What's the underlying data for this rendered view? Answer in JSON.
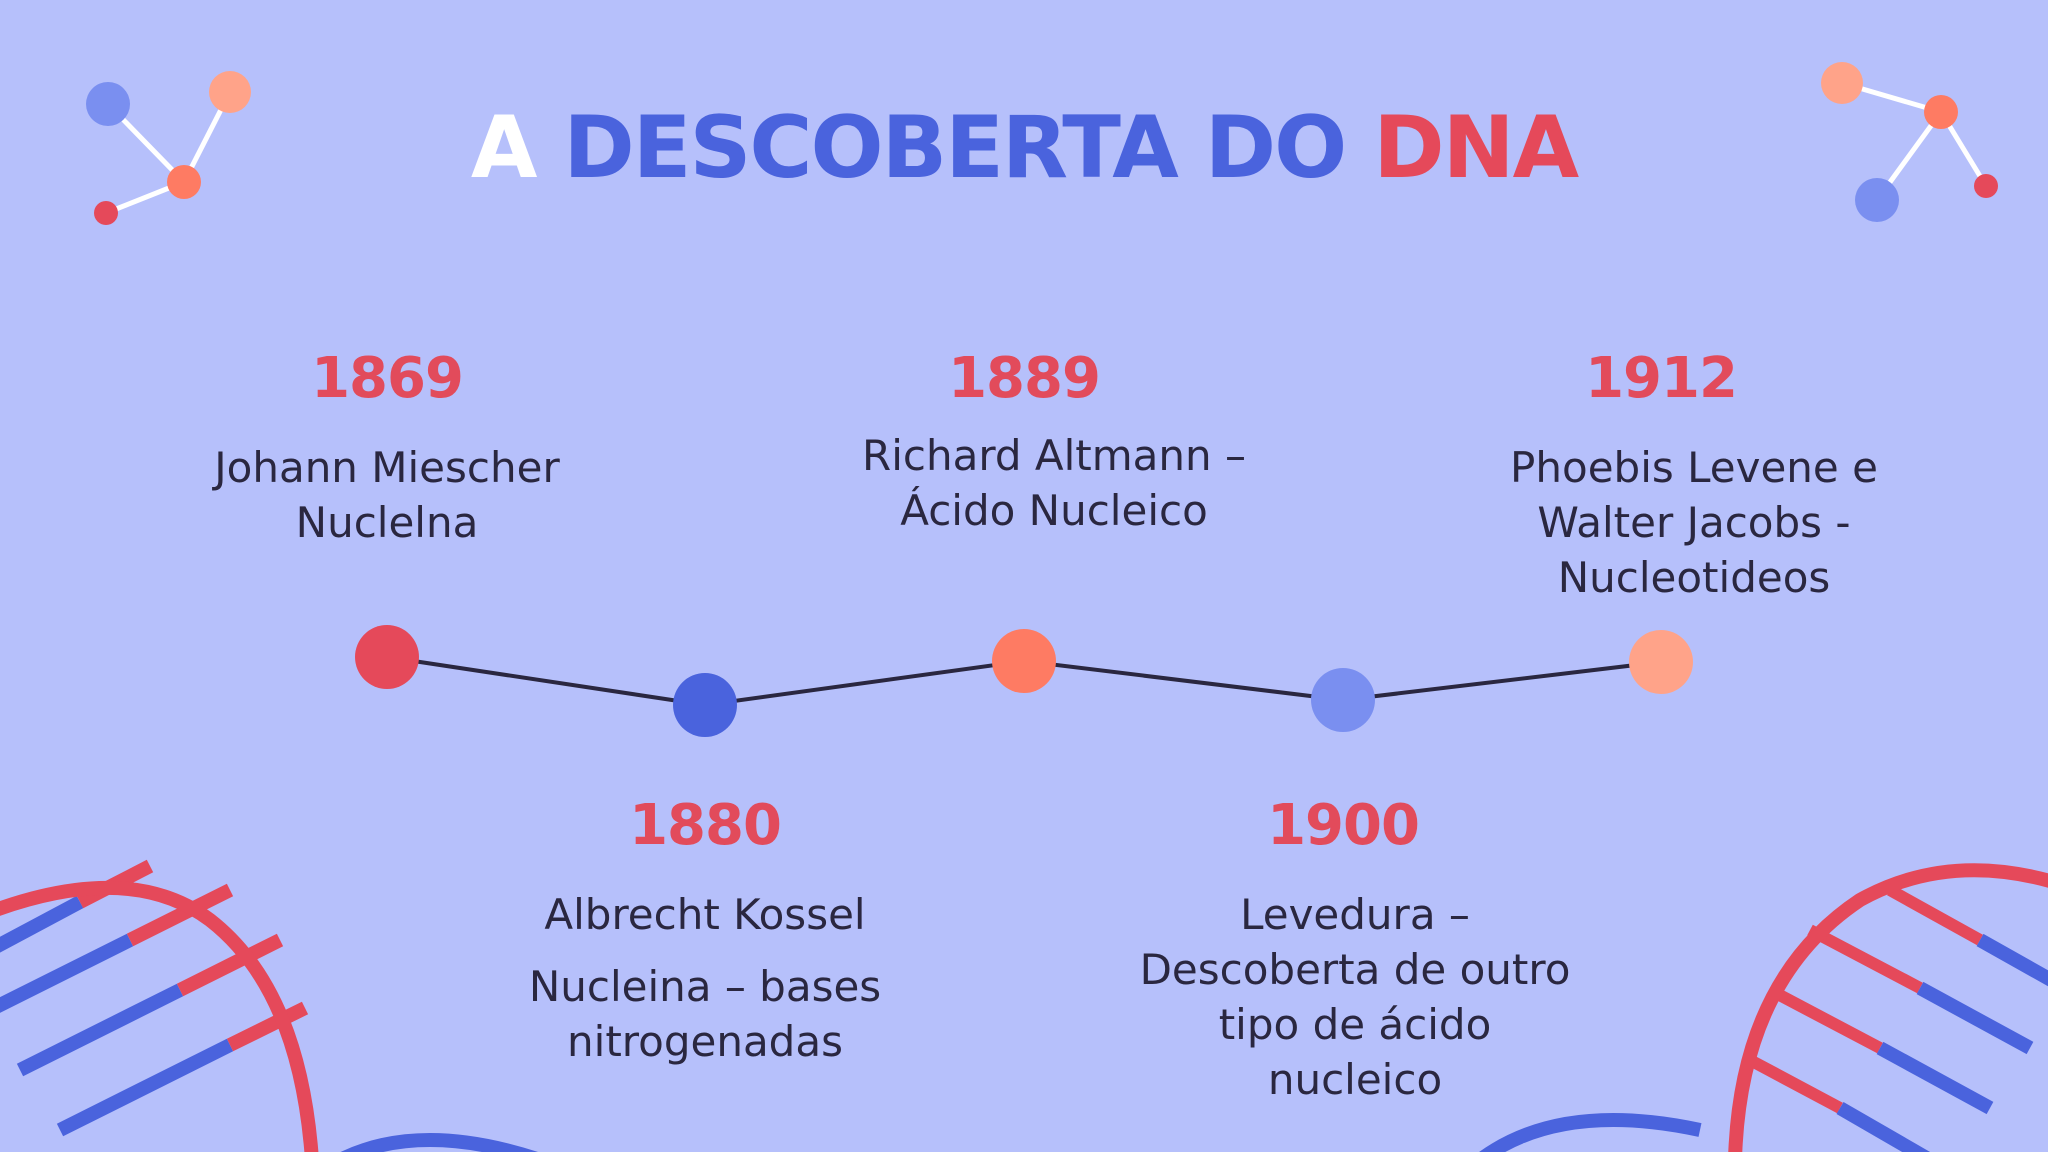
{
  "title": {
    "part1": "A",
    "part2": "DESCOBERTA DO",
    "part3": "DNA"
  },
  "events": [
    {
      "year": "1869",
      "lines": [
        "Johann Miescher",
        "Nuclelna"
      ]
    },
    {
      "year": "1880",
      "lines": [
        "Albrecht Kossel"
      ],
      "lines2": [
        "Nucleina – bases",
        "nitrogenadas"
      ]
    },
    {
      "year": "1889",
      "lines": [
        "Richard Altmann –",
        "Ácido Nucleico"
      ]
    },
    {
      "year": "1900",
      "lines": [
        "Levedura –",
        "Descoberta de outro",
        "tipo de ácido",
        "nucleico"
      ]
    },
    {
      "year": "1912",
      "lines": [
        "Phoebis Levene e",
        "Walter Jacobs -",
        "Nucleotideos"
      ]
    }
  ],
  "colors": {
    "background": "#b6c0fb",
    "red": "#e5495a",
    "blue": "#4a63dd",
    "orange": "#fe7b63",
    "light_blue": "#7a8ff0",
    "peach": "#ffa389"
  }
}
